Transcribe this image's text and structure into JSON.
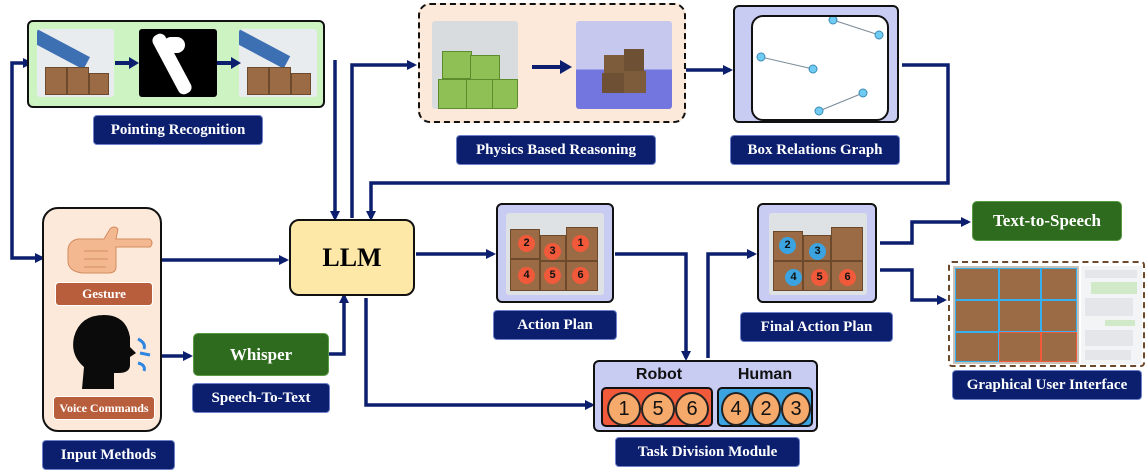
{
  "labels": {
    "pointing_recognition": "Pointing Recognition",
    "physics_reasoning": "Physics Based Reasoning",
    "box_relations": "Box Relations Graph",
    "llm": "LLM",
    "action_plan": "Action Plan",
    "final_action_plan": "Final Action Plan",
    "text_to_speech": "Text-to-Speech",
    "gui": "Graphical User Interface",
    "gesture": "Gesture",
    "voice_commands": "Voice Commands",
    "input_methods": "Input Methods",
    "whisper": "Whisper",
    "speech_to_text": "Speech-To-Text",
    "task_division": "Task Division Module"
  },
  "task_division": {
    "robot_title": "Robot",
    "human_title": "Human",
    "robot_items": [
      "1",
      "5",
      "6"
    ],
    "human_items": [
      "4",
      "2",
      "3"
    ]
  },
  "action_plan_numbers": [
    "2",
    "3",
    "1",
    "4",
    "5",
    "6"
  ],
  "final_plan_numbers": [
    "2",
    "3",
    "4",
    "5",
    "6"
  ],
  "colors": {
    "arrow": "#0b1f6e",
    "label_bg": "#0b1f6e",
    "llm_fill": "#fde8a8",
    "green_fill": "#2e6b1e",
    "peach_fill": "#fde9d9",
    "lavender_fill": "#c9ccf2"
  }
}
